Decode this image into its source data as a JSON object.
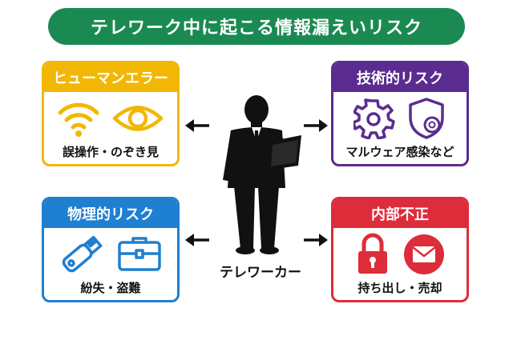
{
  "title": "テレワーク中に起こる情報漏えいリスク",
  "center_label": "テレワーカー",
  "cards": {
    "human_error": {
      "title": "ヒューマンエラー",
      "caption": "誤操作・のぞき見",
      "icons": [
        "wifi-icon",
        "eye-icon"
      ],
      "color": "#f2b705"
    },
    "technical": {
      "title": "技術的リスク",
      "caption": "マルウェア感染など",
      "icons": [
        "gear-icon",
        "shield-icon"
      ],
      "color": "#5b2c8f"
    },
    "physical": {
      "title": "物理的リスク",
      "caption": "紛失・盗難",
      "icons": [
        "usb-drive-icon",
        "briefcase-icon"
      ],
      "color": "#1f7fd0"
    },
    "insider": {
      "title": "内部不正",
      "caption": "持ち出し・売却",
      "icons": [
        "padlock-icon",
        "mail-icon"
      ],
      "color": "#dd2c3a"
    }
  },
  "colors": {
    "title_bg": "#1a8a52",
    "arrow": "#111111"
  }
}
